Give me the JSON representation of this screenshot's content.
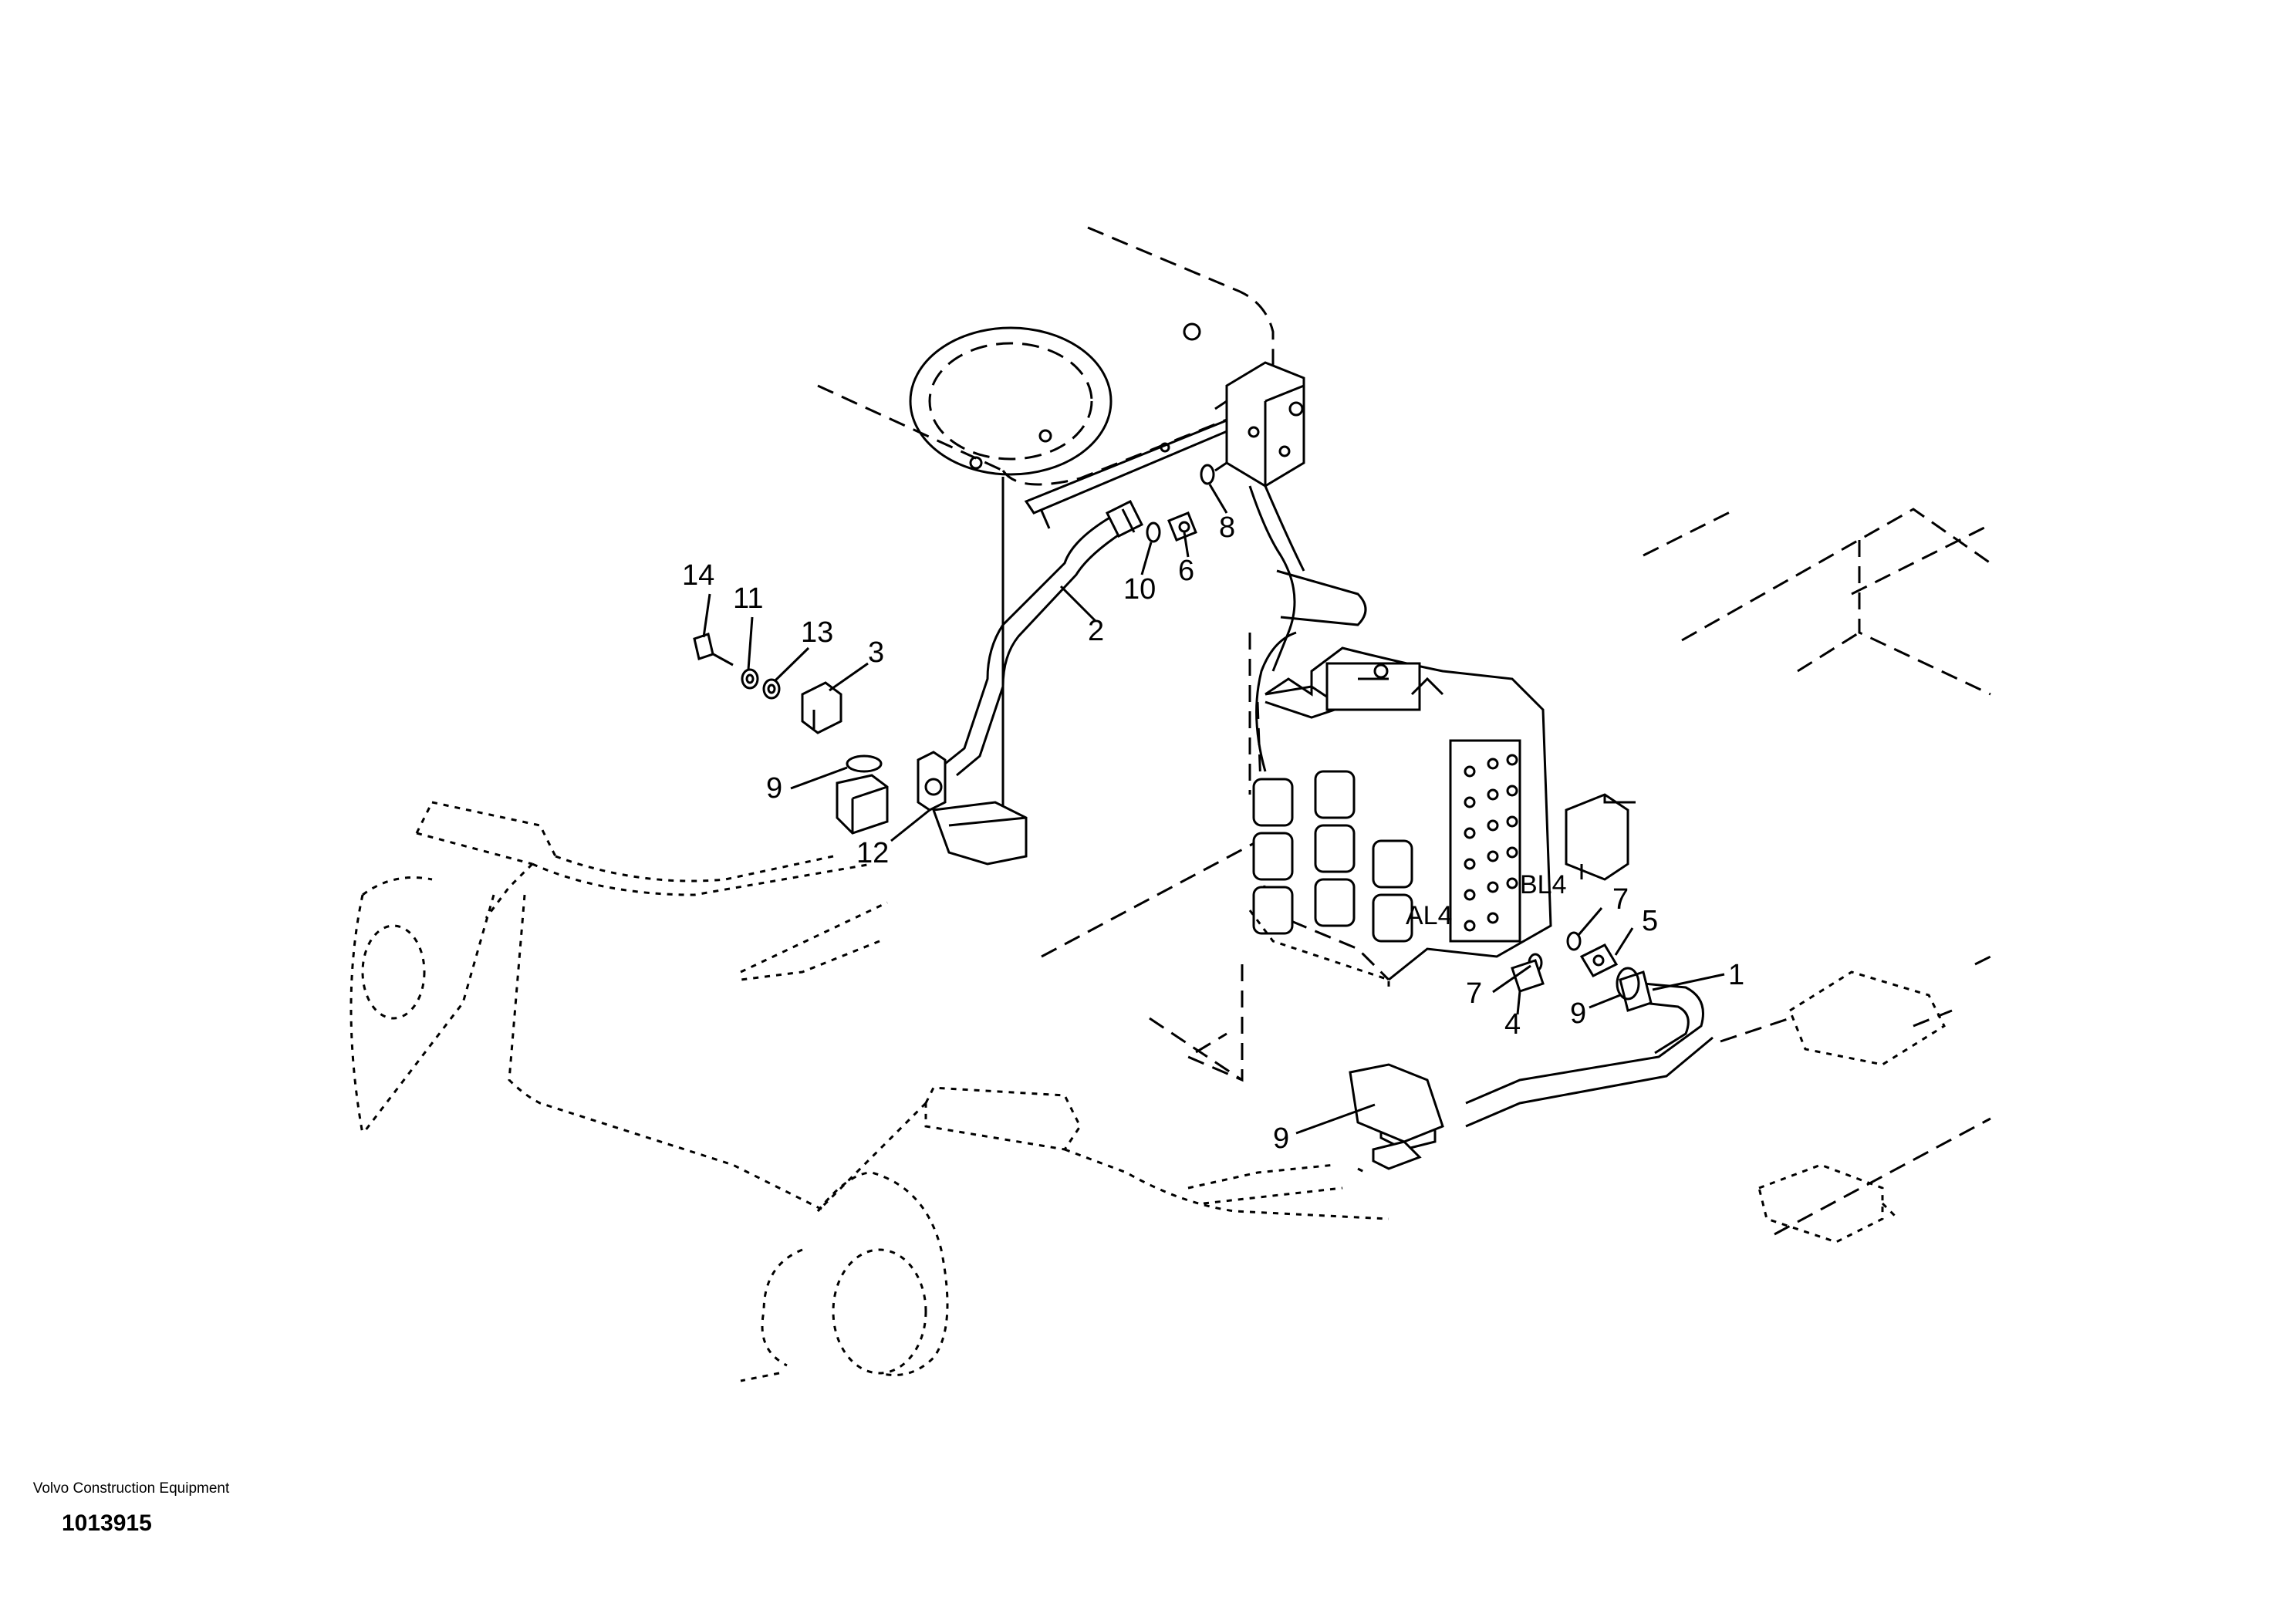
{
  "callouts": {
    "c1": "1",
    "c2": "2",
    "c3": "3",
    "c4": "4",
    "c5": "5",
    "c6": "6",
    "c7a": "7",
    "c7b": "7",
    "c8": "8",
    "c9a": "9",
    "c9b": "9",
    "c9c": "9",
    "c10": "10",
    "c11": "11",
    "c12": "12",
    "c13": "13",
    "c14": "14"
  },
  "port_labels": {
    "al4": "AL4",
    "bl4": "BL4"
  },
  "footer": {
    "brand": "Volvo Construction Equipment",
    "code": "1013915"
  }
}
